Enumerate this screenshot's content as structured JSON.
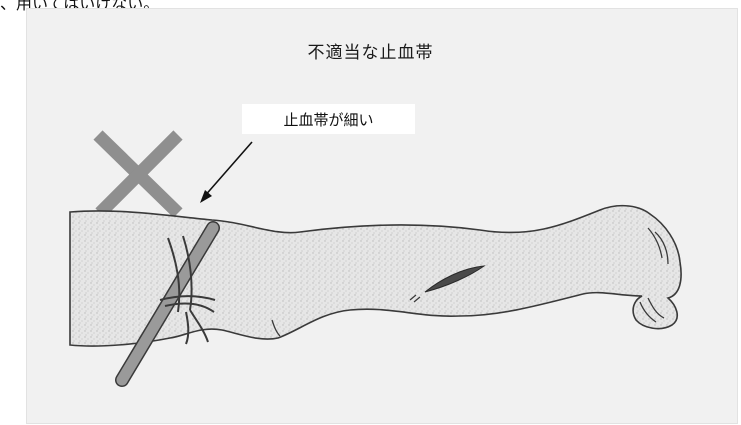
{
  "top_clipped_text": "、用いてはいけない。",
  "figure": {
    "title": "不適当な止血帯",
    "callout_label": "止血帯が細い"
  },
  "colors": {
    "background": "#f1f1f1",
    "arm_fill": "#e4e4e4",
    "line": "#3a3a3a",
    "tourniquet": "#8f8f8f",
    "cross": "#9a9a9a"
  }
}
